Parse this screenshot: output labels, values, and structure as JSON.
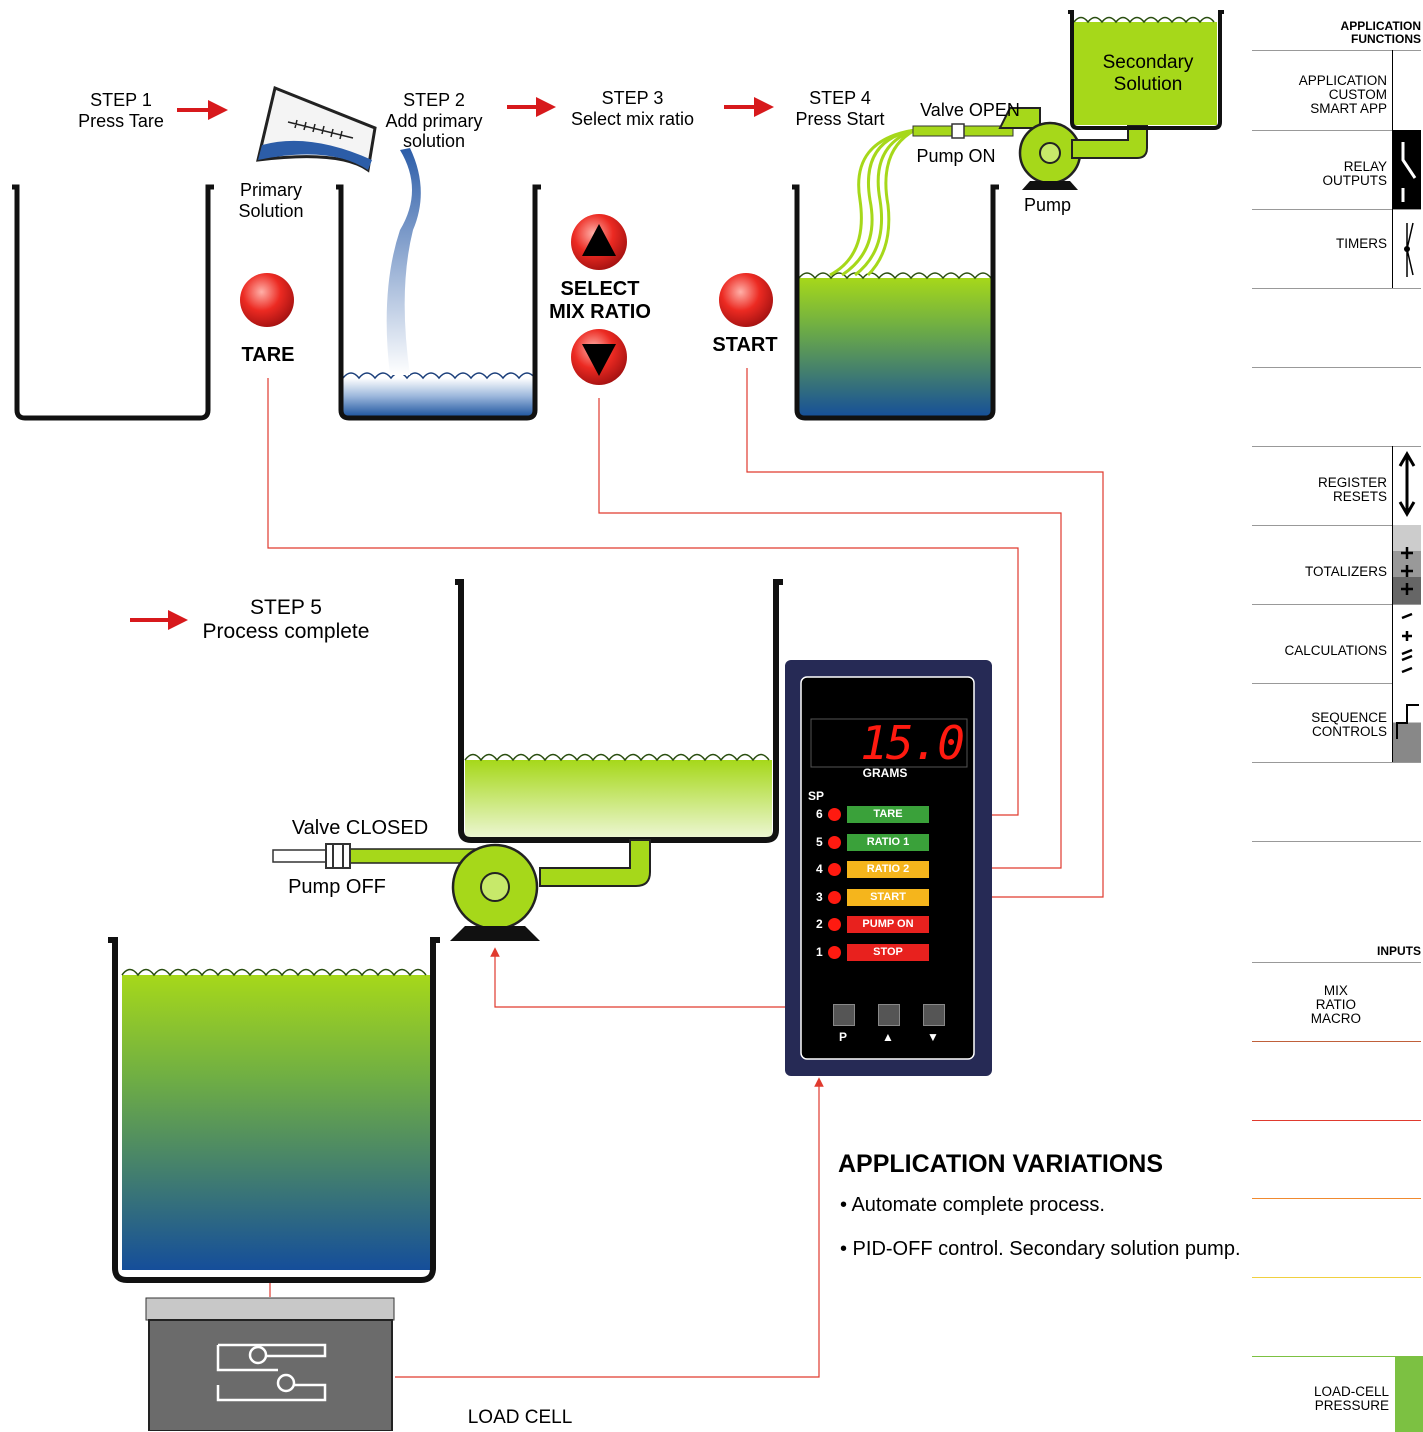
{
  "steps": {
    "s1_title": "STEP 1",
    "s1_text": "Press Tare",
    "s2_title": "STEP 2",
    "s2_text1": "Add primary",
    "s2_text2": "solution",
    "s3_title": "STEP 3",
    "s3_text": "Select mix ratio",
    "s4_title": "STEP 4",
    "s4_text": "Press Start",
    "s5_title": "STEP 5",
    "s5_text": "Process complete"
  },
  "labels": {
    "primary1": "Primary",
    "primary2": "Solution",
    "secondary1": "Secondary",
    "secondary2": "Solution",
    "valve_open": "Valve OPEN",
    "pump_on": "Pump ON",
    "pump": "Pump",
    "valve_closed": "Valve CLOSED",
    "pump_off": "Pump OFF",
    "tare": "TARE",
    "select1": "SELECT",
    "select2": "MIX RATIO",
    "start": "START",
    "load_cell": "LOAD CELL"
  },
  "meter": {
    "display": "15.0",
    "units": "GRAMS",
    "sp_label": "SP",
    "setpoints": [
      {
        "num": "6",
        "label": "TARE",
        "color": "#3aa13a"
      },
      {
        "num": "5",
        "label": "RATIO 1",
        "color": "#3aa13a"
      },
      {
        "num": "4",
        "label": "RATIO 2",
        "color": "#f5b51c"
      },
      {
        "num": "3",
        "label": "START",
        "color": "#f5b51c"
      },
      {
        "num": "2",
        "label": "PUMP ON",
        "color": "#e8211e"
      },
      {
        "num": "1",
        "label": "STOP",
        "color": "#e8211e"
      }
    ],
    "buttons": [
      "P",
      "▲",
      "▼"
    ]
  },
  "variations": {
    "title": "APPLICATION VARIATIONS",
    "items": [
      "• Automate complete process.",
      "• PID-OFF control. Secondary solution pump."
    ]
  },
  "sidebar": {
    "header1": "APPLICATION",
    "header2": "FUNCTIONS",
    "items": [
      {
        "l1": "APPLICATION",
        "l2": "CUSTOM",
        "l3": "SMART APP"
      },
      {
        "l1": "RELAY",
        "l2": "OUTPUTS"
      },
      {
        "l1": "TIMERS"
      },
      {
        "l1": "REGISTER",
        "l2": "RESETS"
      },
      {
        "l1": "TOTALIZERS"
      },
      {
        "l1": "CALCULATIONS"
      },
      {
        "l1": "SEQUENCE",
        "l2": "CONTROLS"
      }
    ],
    "inputs_header": "INPUTS",
    "inputs": [
      {
        "l1": "MIX",
        "l2": "RATIO",
        "l3": "MACRO"
      },
      {
        "l1": "LOAD-CELL",
        "l2": "PRESSURE"
      }
    ]
  },
  "colors": {
    "arrow": "#d7191c",
    "wire": "#e03a2e",
    "liquid_green": "#a6d81a",
    "liquid_blue": "#154e9a",
    "meter_bezel": "#262a55"
  }
}
